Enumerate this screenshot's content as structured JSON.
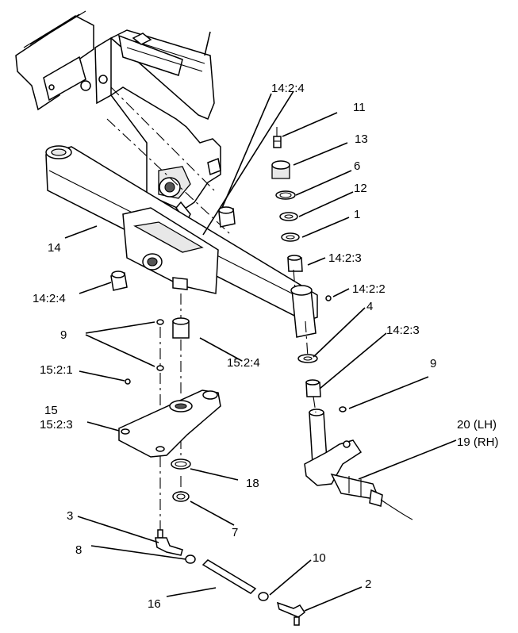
{
  "labels": {
    "l_14_2_4_top": "14:2:4",
    "l_11": "11",
    "l_13": "13",
    "l_6": "6",
    "l_12": "12",
    "l_1": "1",
    "l_14": "14",
    "l_14_2_3_a": "14:2:3",
    "l_14_2_2": "14:2:2",
    "l_14_2_4_left": "14:2:4",
    "l_4": "4",
    "l_14_2_3_b": "14:2:3",
    "l_9_left": "9",
    "l_15_2_4": "15:2:4",
    "l_9_right": "9",
    "l_15_2_1": "15:2:1",
    "l_15": "15",
    "l_15_2_3": "15:2:3",
    "l_20_lh": "20 (LH)",
    "l_19_rh": "19 (RH)",
    "l_18": "18",
    "l_7": "7",
    "l_3": "3",
    "l_8": "8",
    "l_10": "10",
    "l_2": "2",
    "l_16": "16"
  }
}
